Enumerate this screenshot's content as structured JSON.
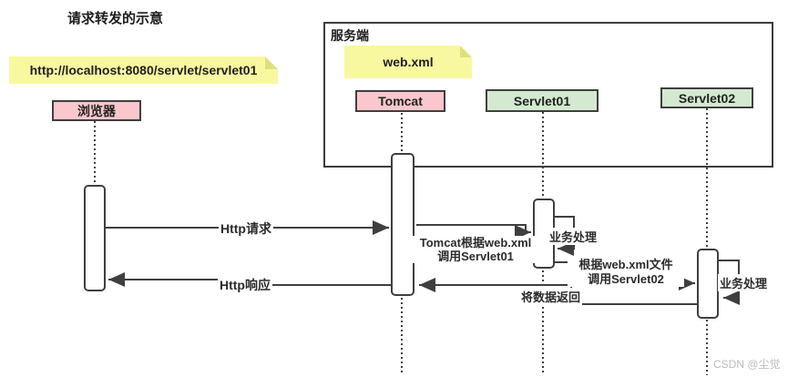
{
  "title": "请求转发的示意",
  "notes": {
    "url": "http://localhost:8080/servlet/servlet01",
    "webxml": "web.xml"
  },
  "server_label": "服务端",
  "actors": {
    "browser": "浏览器",
    "tomcat": "Tomcat",
    "servlet01": "Servlet01",
    "servlet02": "Servlet02"
  },
  "messages": {
    "http_request": "Http请求",
    "http_response": "Http响应",
    "tomcat_call_line1": "Tomcat根据web.xml",
    "tomcat_call_line2": "调用Servlet01",
    "servlet01_business": "业务处理",
    "servlet02_call_line1": "根据web.xml文件",
    "servlet02_call_line2": "调用Servlet02",
    "return_data": "将数据返回",
    "servlet02_business": "业务处理"
  },
  "watermark": "CSDN @尘觉",
  "colors": {
    "note_yellow": "#f8f8a0",
    "note_fold": "#e0e07a",
    "actor_pink": "#f9c7cc",
    "actor_green": "#d3e9d0",
    "line_dark": "#3f3f3f",
    "watermark_gray": "#bcbcbc"
  }
}
